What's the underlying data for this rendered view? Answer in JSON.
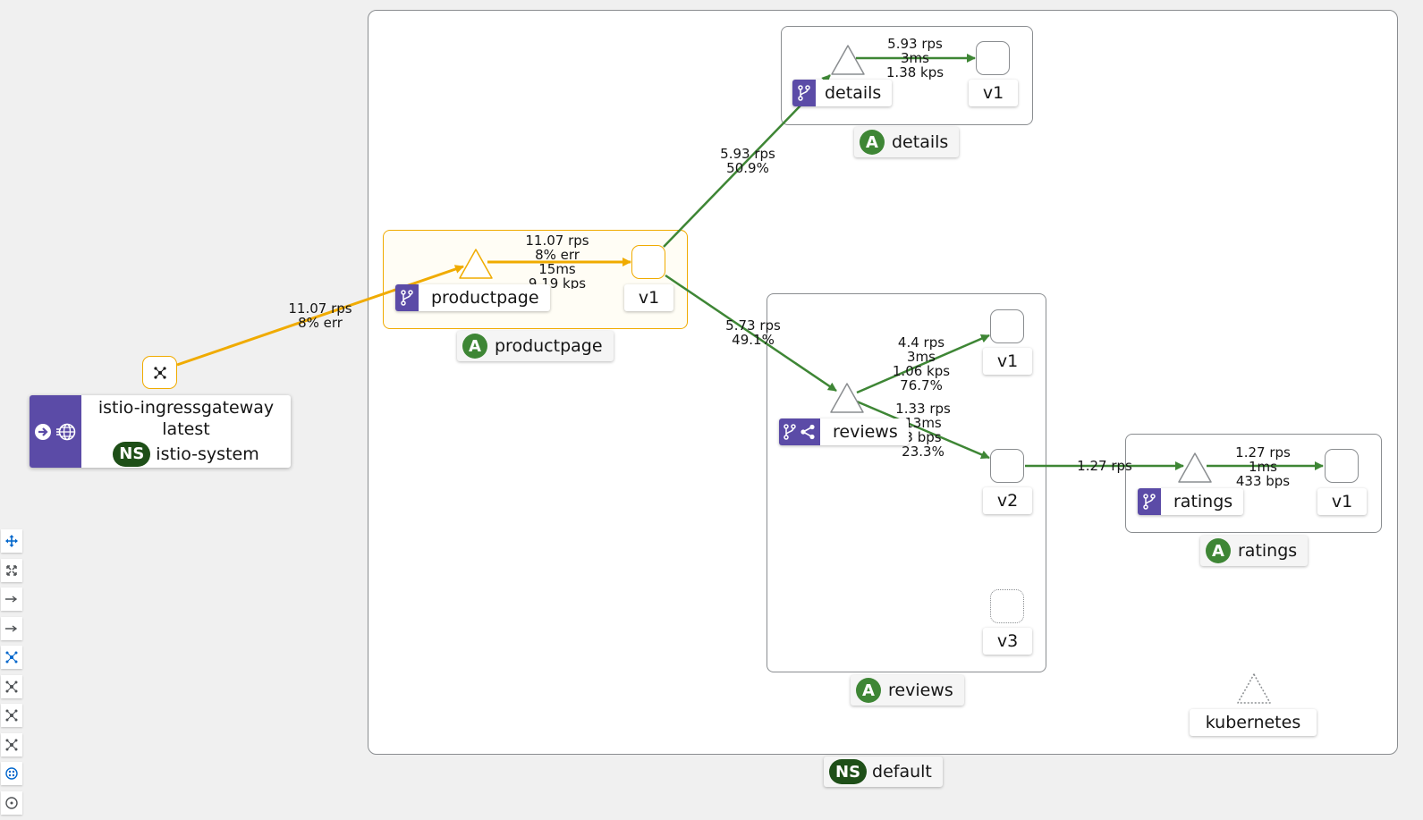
{
  "gateway": {
    "name": "istio-ingressgateway",
    "version": "latest",
    "ns_badge": "NS",
    "namespace": "istio-system",
    "icons": [
      "arrow-right-circle-icon",
      "globe-icon"
    ]
  },
  "edges": {
    "gateway_to_productpage": {
      "rps": "11.07 rps",
      "err": "8% err"
    },
    "productpage_internal": {
      "rps": "11.07 rps",
      "err": "8% err",
      "latency": "15ms",
      "throughput": "9.19 kps"
    },
    "productpage_to_details": {
      "rps": "5.93 rps",
      "pct": "50.9%"
    },
    "productpage_to_reviews": {
      "rps": "5.73 rps",
      "pct": "49.1%"
    },
    "details_internal": {
      "rps": "5.93 rps",
      "latency": "3ms",
      "throughput": "1.38 kps"
    },
    "reviews_to_v1": {
      "rps": "4.4 rps",
      "latency": "3ms",
      "throughput": "1.06 kps",
      "pct": "76.7%"
    },
    "reviews_to_v2": {
      "rps": "1.33 rps",
      "latency": "13ms",
      "throughput": "3 bps",
      "pct": "23.3%"
    },
    "reviews_v2_to_ratings": {
      "rps": "1.27 rps"
    },
    "ratings_internal": {
      "rps": "1.27 rps",
      "latency": "1ms",
      "throughput": "433 bps"
    }
  },
  "namespace_box": {
    "badge": "NS",
    "name": "default"
  },
  "apps": {
    "productpage": {
      "badge": "A",
      "name": "productpage",
      "service": "productpage",
      "version": "v1"
    },
    "details": {
      "badge": "A",
      "name": "details",
      "service": "details",
      "version": "v1"
    },
    "reviews": {
      "badge": "A",
      "name": "reviews",
      "service": "reviews",
      "versions": [
        "v1",
        "v2",
        "v3"
      ]
    },
    "ratings": {
      "badge": "A",
      "name": "ratings",
      "service": "ratings",
      "version": "v1"
    }
  },
  "kubernetes": {
    "name": "kubernetes"
  },
  "colors": {
    "healthy_edge": "#3e8635",
    "warning_edge": "#f0ab00",
    "service_badge": "#5b4ba7",
    "app_badge": "#3e8635",
    "ns_badge": "#1e4f18",
    "toolbar_icon": "#0066cc"
  },
  "toolbar": {
    "buttons": [
      "move-icon",
      "fit-icon",
      "arrow-icon",
      "arrow-icon",
      "layout-icon",
      "layout-icon",
      "layout-icon",
      "layout-icon",
      "namespace-icon",
      "namespace-icon"
    ]
  }
}
